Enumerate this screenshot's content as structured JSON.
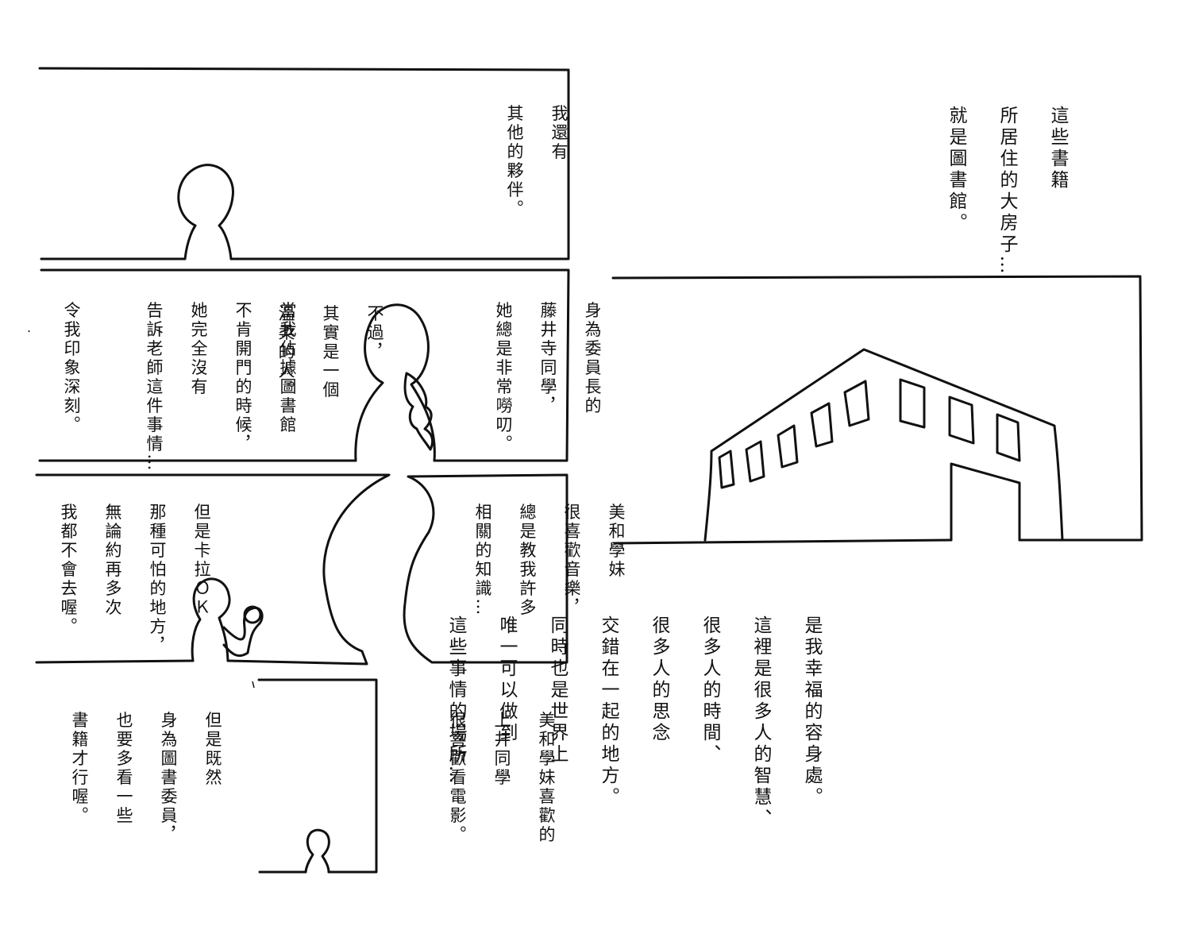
{
  "spread": {
    "right_page": {
      "narration_top": [
        "這些書籍",
        "所居住的大房子…",
        "就是圖書館。"
      ],
      "narration_bottom": [
        "是我幸福的容身處。",
        "這裡是很多人的智慧、",
        "很多人的時間、",
        "很多人的思念",
        "交錯在一起的地方。",
        "同時也是世界上",
        "唯一可以做到",
        "這些事情的場所…"
      ]
    },
    "left_page": {
      "panel_1": [
        "我還有",
        "其他的夥伴。"
      ],
      "panel_2_right": [
        "身為委員長的",
        "藤井寺同學，",
        "她總是非常嘮叨。"
      ],
      "panel_2_middle": [
        "不過，",
        "其實是一個",
        "溫柔的人。"
      ],
      "panel_2_left": [
        "當我佔據圖書館",
        "不肯開門的時候，",
        "她完全沒有",
        "告訴老師這件事情…"
      ],
      "panel_2_far_left": [
        "令我印象深刻。"
      ],
      "panel_3_right": [
        "美和學妹",
        "很喜歡音樂，",
        "總是教我許多",
        "相關的知識…"
      ],
      "panel_3_left": [
        "但是卡拉ＯＫ",
        "那種可怕的地方，",
        "無論約再多次",
        "我都不會去喔。"
      ],
      "bottom_right": [
        "美和學妹喜歡的",
        "上井同學",
        "很喜歡看電影。"
      ],
      "bottom_left": [
        "但是既然",
        "身為圖書委員，",
        "也要多看一些",
        "書籍才行喔。"
      ]
    }
  },
  "colors": {
    "ink": "#111111",
    "paper": "#ffffff"
  }
}
